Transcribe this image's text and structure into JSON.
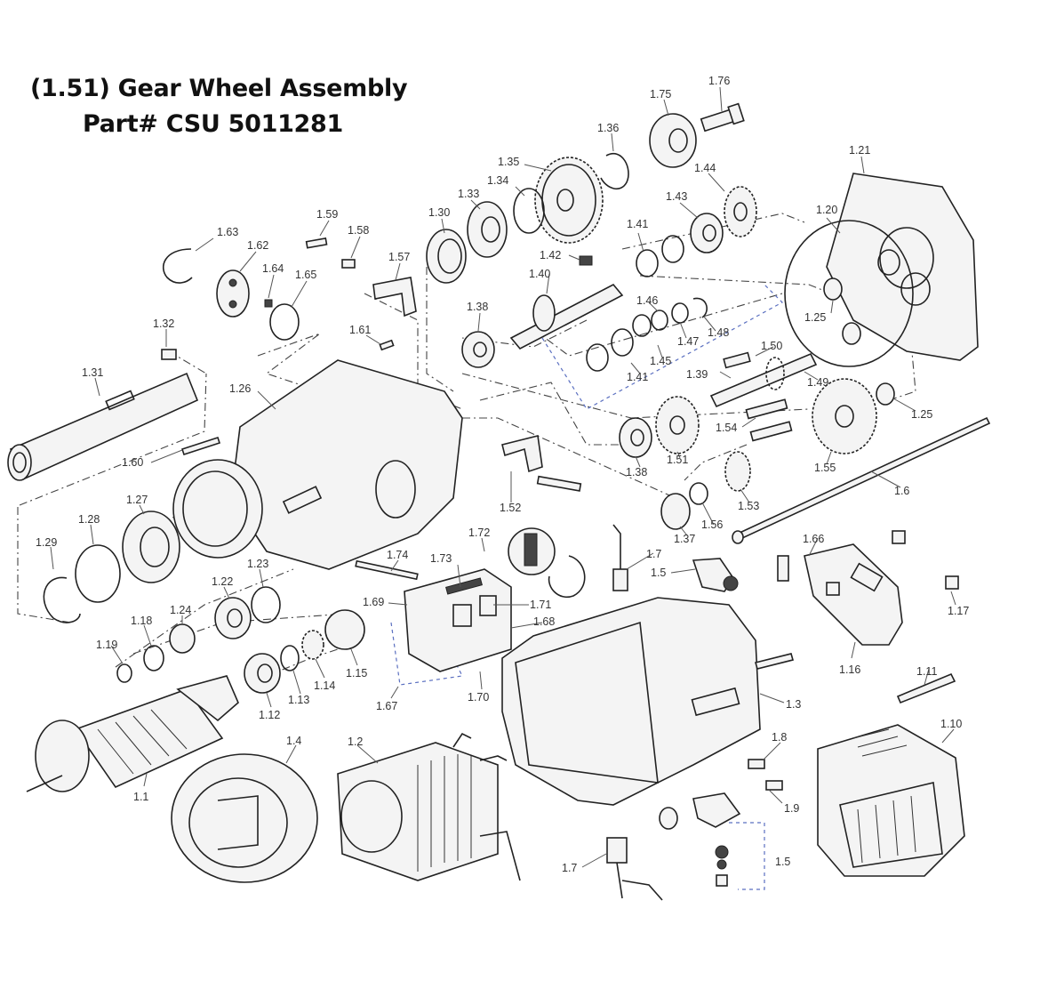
{
  "title": {
    "line1": "(1.51) Gear Wheel Assembly",
    "line2": "Part# CSU 5011281"
  },
  "callouts": [
    "1.76",
    "1.75",
    "1.36",
    "1.35",
    "1.34",
    "1.33",
    "1.30",
    "1.44",
    "1.43",
    "1.21",
    "1.59",
    "1.58",
    "1.63",
    "1.62",
    "1.64",
    "1.65",
    "1.57",
    "1.41",
    "1.42",
    "1.40",
    "1.20",
    "1.46",
    "1.38",
    "1.48",
    "1.47",
    "1.25",
    "1.32",
    "1.61",
    "1.45",
    "1.41",
    "1.50",
    "1.39",
    "1.49",
    "1.31",
    "1.26",
    "1.25",
    "1.54",
    "1.60",
    "1.38",
    "1.51",
    "1.55",
    "1.6",
    "1.27",
    "1.52",
    "1.53",
    "1.37",
    "1.56",
    "1.28",
    "1.72",
    "1.66",
    "1.29",
    "1.74",
    "1.73",
    "1.7",
    "1.5",
    "1.23",
    "1.22",
    "1.69",
    "1.71",
    "1.17",
    "1.18",
    "1.24",
    "1.68",
    "1.19",
    "1.16",
    "1.11",
    "1.15",
    "1.14",
    "1.13",
    "1.12",
    "1.67",
    "1.70",
    "1.3",
    "1.4",
    "1.2",
    "1.8",
    "1.10",
    "1.1",
    "1.9",
    "1.5",
    "1.7"
  ]
}
